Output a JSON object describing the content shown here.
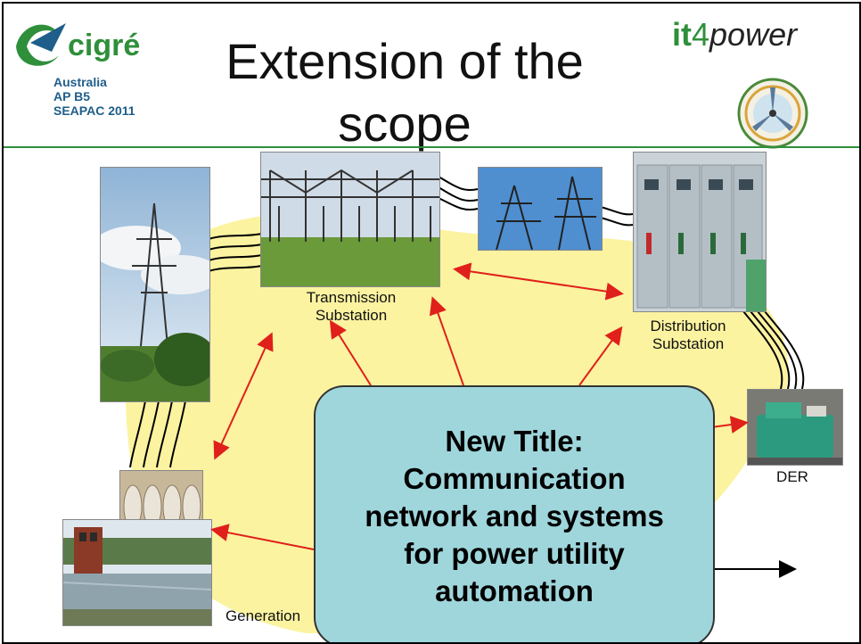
{
  "header": {
    "title_line1": "Extension of the",
    "title_line2": "scope",
    "cigre_logo_text": "cigré",
    "cigre_line1": "Australia",
    "cigre_line2": "AP B5",
    "cigre_line3": "SEAPAC 2011",
    "brand_it": "it",
    "brand_4": "4",
    "brand_power": "power"
  },
  "labels": {
    "transmission": "Transmission",
    "substation": "Substation",
    "distribution": "Distribution",
    "distribution_substation": "Substation",
    "der": "DER",
    "generation": "Generation"
  },
  "center_box": {
    "text_line1": "New Title:",
    "text_line2": "Communication",
    "text_line3": "network and systems",
    "text_line4": "for power utility",
    "text_line5": "automation"
  },
  "colors": {
    "blob": "#fbf3a0",
    "box": "#9fd6dc",
    "arrow": "#e0201b",
    "header_rule": "#2f8f3a"
  }
}
